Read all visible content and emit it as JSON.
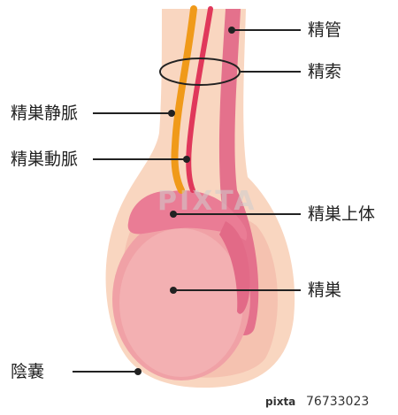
{
  "labels": {
    "vas_deferens": "精管",
    "spermatic_cord": "精索",
    "testicular_vein": "精巣静脈",
    "testicular_artery": "精巣動脈",
    "epididymis": "精巣上体",
    "testis": "精巣",
    "scrotum": "陰嚢"
  },
  "watermark": "PIXTA",
  "footer": {
    "brand": "pixta",
    "id": "76733023"
  },
  "colors": {
    "scrotum": "#f9d6c0",
    "testis": "#f0a1a6",
    "epididymis": "#ea7c95",
    "vas_deferens": "#e4718c",
    "vein": "#f09a1a",
    "artery": "#e0385b"
  }
}
